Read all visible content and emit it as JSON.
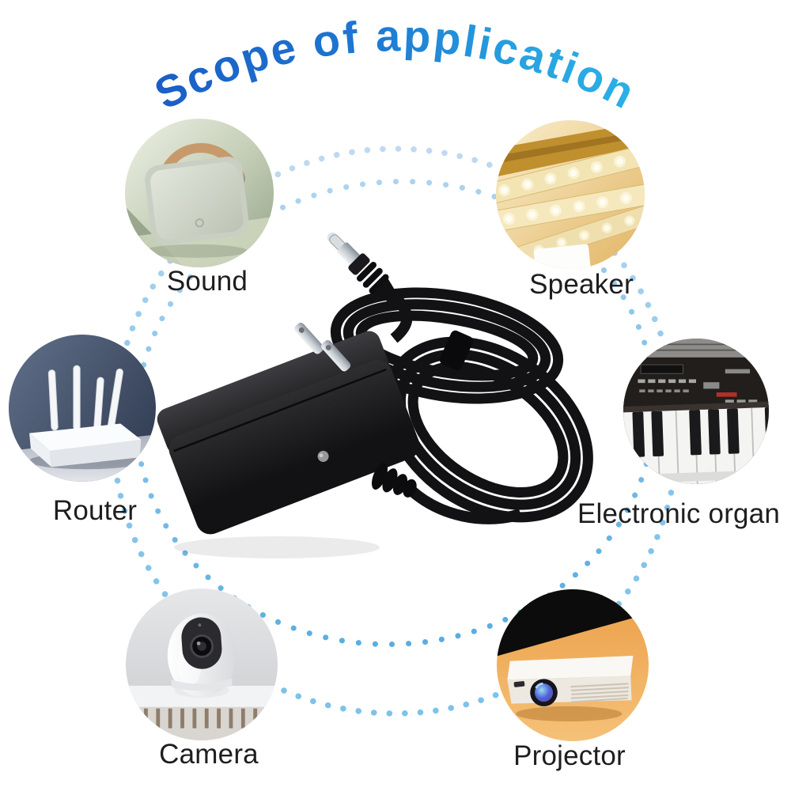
{
  "title": {
    "text": "Scope of application"
  },
  "apps": [
    {
      "id": "sound",
      "label": "Sound",
      "icon": "portable-speaker-photo"
    },
    {
      "id": "speaker",
      "label": "Speaker",
      "icon": "led-strip-light-photo"
    },
    {
      "id": "router",
      "label": "Router",
      "icon": "wifi-router-photo"
    },
    {
      "id": "organ",
      "label": "Electronic organ",
      "icon": "keyboard-organ-photo"
    },
    {
      "id": "camera",
      "label": "Camera",
      "icon": "security-camera-photo"
    },
    {
      "id": "projector",
      "label": "Projector",
      "icon": "projector-photo"
    }
  ],
  "center_item": {
    "icon": "power-adapter-photo"
  },
  "colors": {
    "title_gradient_start": "#1a5cc4",
    "title_gradient_mid": "#1d78d2",
    "title_gradient_end": "#2cb2e8",
    "dot_ring_light": "#c6dbf2",
    "dot_ring_sky": "#7cc2ea",
    "dot_ring_blue": "#56ace1",
    "label_text": "#1e1e20",
    "background": "#ffffff"
  }
}
